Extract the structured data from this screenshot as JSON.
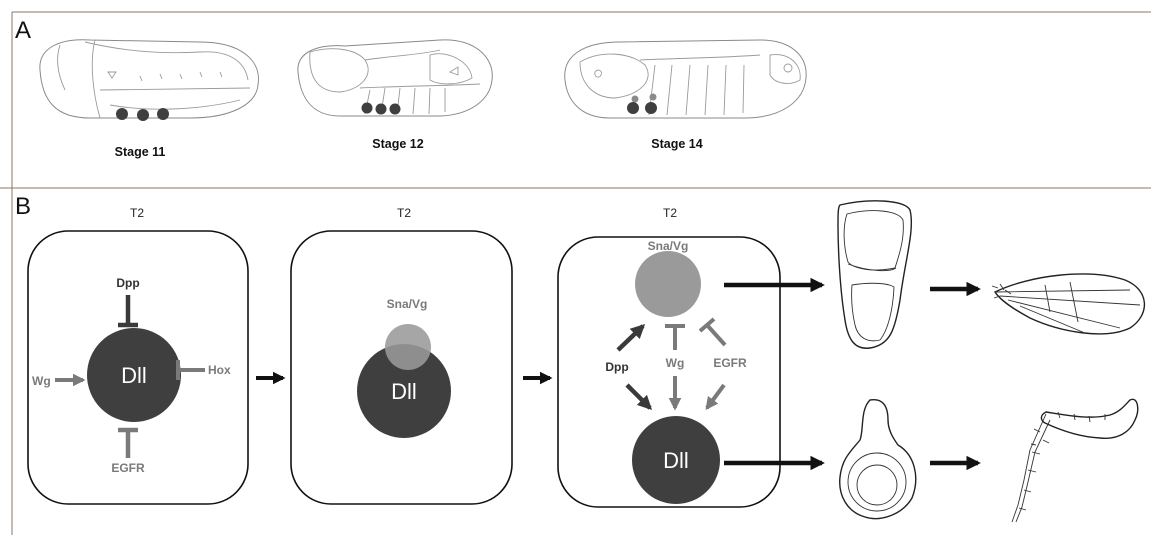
{
  "panels": {
    "a": {
      "letter": "A"
    },
    "b": {
      "letter": "B"
    }
  },
  "stages": [
    {
      "label": "Stage 11"
    },
    {
      "label": "Stage 12"
    },
    {
      "label": "Stage 14"
    }
  ],
  "boxes": [
    {
      "segment": "T2",
      "center": "Dll",
      "top": "Dpp",
      "left": "Wg",
      "right": "Hox",
      "bottom": "EGFR"
    },
    {
      "segment": "T2",
      "center": "Dll",
      "upper": "Sna/Vg"
    },
    {
      "segment": "T2",
      "upper": "Sna/Vg",
      "lower": "Dll",
      "left": "Dpp",
      "middle": "Wg",
      "right": "EGFR"
    }
  ],
  "colors": {
    "dll_circle": "#3f3f3f",
    "sna_vg_circle": "#9a9a9a",
    "gray_arrow": "#7a7a7a",
    "dark_arrow": "#3a3a3a",
    "black_arrow": "#111111",
    "divider": "#8b7766"
  },
  "icons": [
    "embryo-illustration",
    "wing-disc-sketch",
    "adult-wing-sketch",
    "leg-disc-sketch",
    "adult-leg-sketch"
  ]
}
